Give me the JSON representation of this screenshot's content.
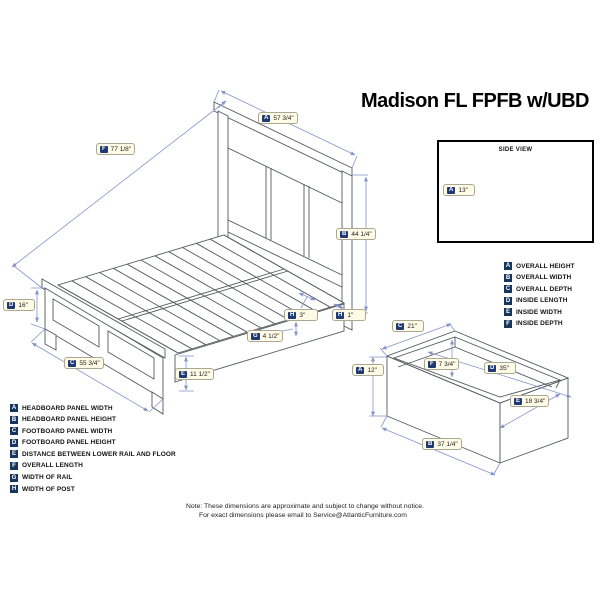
{
  "title": "Madison FL FPFB w/UBD",
  "side_view": {
    "title": "SIDE VIEW",
    "label": {
      "letter": "A",
      "value": "13\""
    }
  },
  "bed_labels": {
    "a": {
      "letter": "A",
      "value": "57 3/4\""
    },
    "f": {
      "letter": "F",
      "value": "77 1/8\""
    },
    "b": {
      "letter": "B",
      "value": "44 1/4\""
    },
    "h_post": {
      "letter": "H",
      "value": "3\""
    },
    "h_rail": {
      "letter": "H",
      "value": "1\""
    },
    "g": {
      "letter": "G",
      "value": "4 1/2\""
    },
    "d": {
      "letter": "D",
      "value": "16\""
    },
    "c": {
      "letter": "C",
      "value": "55 3/4\""
    },
    "e": {
      "letter": "E",
      "value": "11 1/2\""
    }
  },
  "drawer_labels": {
    "c": {
      "letter": "C",
      "value": "21\""
    },
    "a": {
      "letter": "A",
      "value": "12\""
    },
    "f": {
      "letter": "F",
      "value": "7 3/4\""
    },
    "d": {
      "letter": "D",
      "value": "35\""
    },
    "e": {
      "letter": "E",
      "value": "18 3/4\""
    },
    "b": {
      "letter": "B",
      "value": "37 1/4\""
    }
  },
  "left_legend": [
    {
      "letter": "A",
      "label": "HEADBOARD PANEL WIDTH"
    },
    {
      "letter": "B",
      "label": "HEADBOARD PANEL HEIGHT"
    },
    {
      "letter": "C",
      "label": "FOOTBOARD PANEL WIDTH"
    },
    {
      "letter": "D",
      "label": "FOOTBOARD PANEL HEIGHT"
    },
    {
      "letter": "E",
      "label": "DISTANCE BETWEEN LOWER RAIL AND FLOOR"
    },
    {
      "letter": "F",
      "label": "OVERALL LENGTH"
    },
    {
      "letter": "G",
      "label": "WIDTH OF RAIL"
    },
    {
      "letter": "H",
      "label": "WIDTH OF POST"
    }
  ],
  "right_legend": [
    {
      "letter": "A",
      "label": "OVERALL HEIGHT"
    },
    {
      "letter": "B",
      "label": "OVERALL WIDTH"
    },
    {
      "letter": "C",
      "label": "OVERALL DEPTH"
    },
    {
      "letter": "D",
      "label": "INSIDE LENGTH"
    },
    {
      "letter": "E",
      "label": "INSIDE WIDTH"
    },
    {
      "letter": "F",
      "label": "INSIDE DEPTH"
    }
  ],
  "note": {
    "line1": "Note: These dimensions are approximate and subject to change without notice.",
    "line2": "For exact dimensions please email to Service@AtlanticFurniture.com"
  }
}
